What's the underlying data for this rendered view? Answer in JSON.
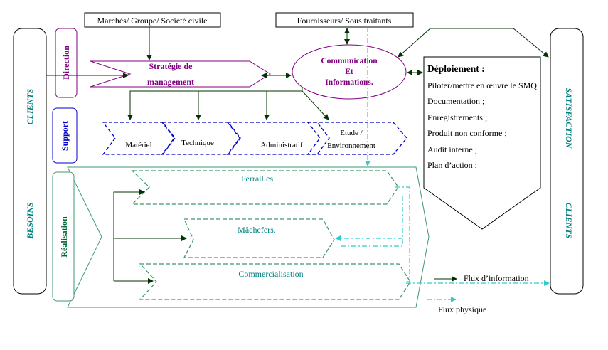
{
  "top_boxes": {
    "markets": "Marchés/ Groupe/ Société civile",
    "suppliers": "Fournisseurs/ Sous traitants"
  },
  "left_panel": {
    "clients": "CLIENTS",
    "besoins": "BESOINS"
  },
  "right_panel": {
    "satisfaction": "SATISFACTION",
    "clients": "CLIENTS"
  },
  "process_labels": {
    "direction": "Direction",
    "support": "Support",
    "realisation": "Réalisation"
  },
  "strategy": {
    "line1": "Stratégie de",
    "line2": "management"
  },
  "communication": {
    "line1": "Communication",
    "line2": "Et",
    "line3": "Informations."
  },
  "support_items": {
    "materiel": "Matériel",
    "technique": "Technique",
    "administratif": "Administratif",
    "etude_line1": "Etude /",
    "etude_line2": "Environnement"
  },
  "realisation_items": {
    "ferrailles": "Ferrailles.",
    "machefers": "Mâchefers.",
    "commercialisation": "Commercialisation"
  },
  "deployment": {
    "title": "Déploiement :",
    "items": [
      "Piloter/mettre en œuvre le SMQ",
      "Documentation ;",
      "Enregistrements ;",
      "Produit non conforme ;",
      "Audit interne ;",
      "Plan d’action ;"
    ]
  },
  "legend": {
    "info": "Flux d’information",
    "physical": "Flux physique"
  },
  "colors": {
    "purple": "#800080",
    "blue": "#0000cc",
    "green_dark": "#006633",
    "teal": "#3d9970",
    "teal_text": "#008080",
    "cyan": "#33cccc",
    "darkgreen_arrow": "#003300"
  }
}
